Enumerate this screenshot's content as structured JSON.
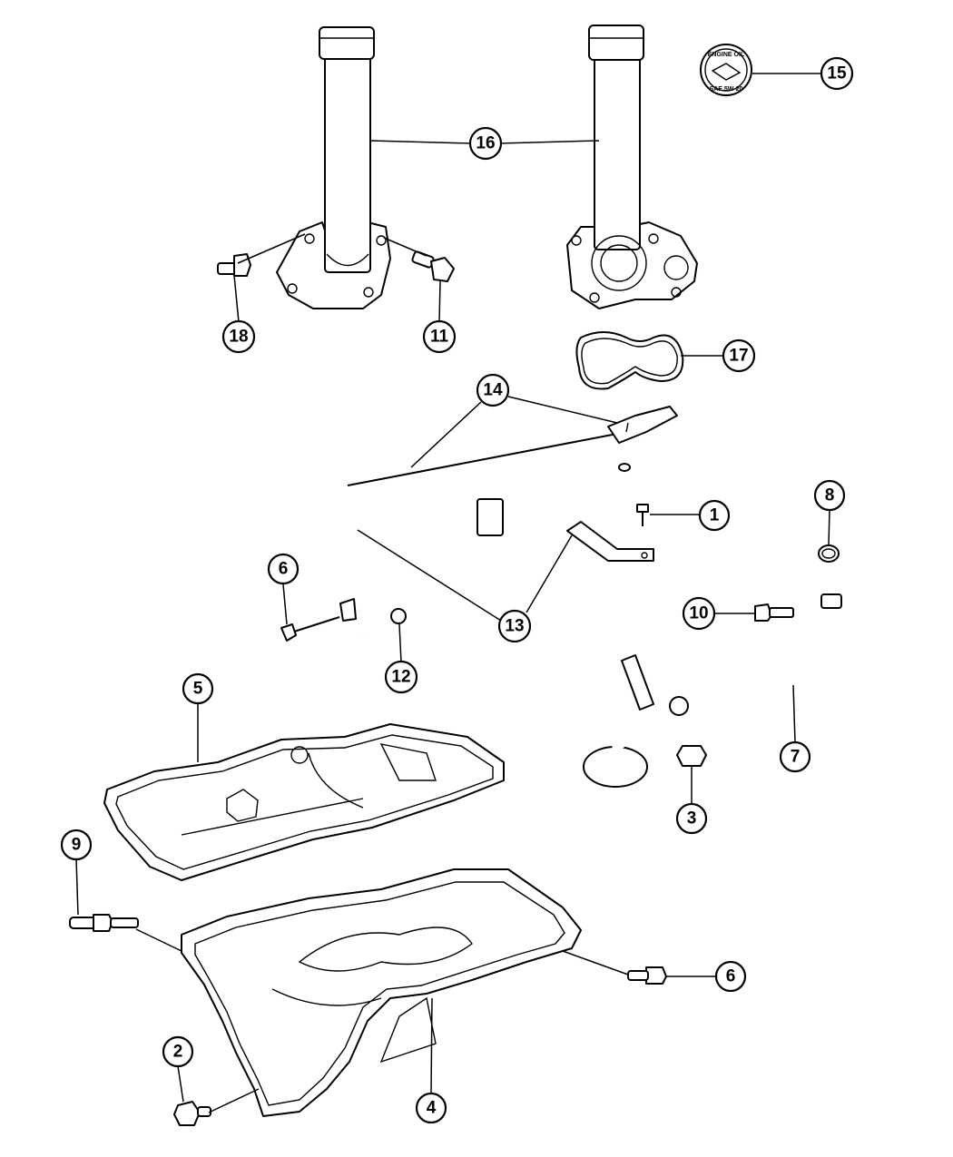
{
  "diagram": {
    "callouts": [
      {
        "id": "c1",
        "label": "1"
      },
      {
        "id": "c2",
        "label": "2"
      },
      {
        "id": "c3",
        "label": "3"
      },
      {
        "id": "c4",
        "label": "4"
      },
      {
        "id": "c5",
        "label": "5"
      },
      {
        "id": "c6a",
        "label": "6"
      },
      {
        "id": "c6b",
        "label": "6"
      },
      {
        "id": "c7",
        "label": "7"
      },
      {
        "id": "c8",
        "label": "8"
      },
      {
        "id": "c9",
        "label": "9"
      },
      {
        "id": "c10",
        "label": "10"
      },
      {
        "id": "c11",
        "label": "11"
      },
      {
        "id": "c12",
        "label": "12"
      },
      {
        "id": "c13",
        "label": "13"
      },
      {
        "id": "c14",
        "label": "14"
      },
      {
        "id": "c15",
        "label": "15"
      },
      {
        "id": "c16",
        "label": "16"
      },
      {
        "id": "c17",
        "label": "17"
      },
      {
        "id": "c18",
        "label": "18"
      }
    ],
    "cap_text": {
      "line1": "ENGINE OIL",
      "line2": "SAE 5W-20"
    }
  }
}
